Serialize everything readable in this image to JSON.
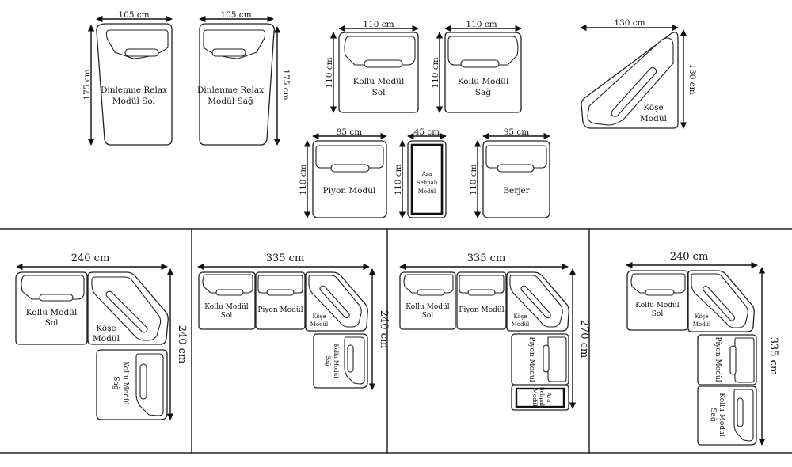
{
  "catalog": {
    "relax_left": {
      "width": "105 cm",
      "depth": "175 cm",
      "line1": "Dinlenme Relax",
      "line2": "Modül Sol"
    },
    "relax_right": {
      "width": "105 cm",
      "depth": "175 cm",
      "line1": "Dinlenme Relax",
      "line2": "Modül Sağ"
    },
    "arm_left": {
      "width": "110 cm",
      "depth": "110 cm",
      "line1": "Kollu Modül",
      "line2": "Sol"
    },
    "arm_right": {
      "width": "110 cm",
      "depth": "110 cm",
      "line1": "Kollu Modül",
      "line2": "Sağ"
    },
    "corner": {
      "width": "130 cm",
      "depth": "130 cm",
      "line1": "Köşe",
      "line2": "Modül"
    },
    "pouf": {
      "width": "95 cm",
      "depth": "110 cm",
      "line1": "Piyon Modül"
    },
    "table": {
      "width": "45 cm",
      "depth": "110 cm",
      "line1": "Ara",
      "line2": "Sehpalı",
      "line3": "Modül"
    },
    "bergere": {
      "width": "95 cm",
      "depth": "110 cm",
      "line1": "Berjer"
    }
  },
  "layouts": [
    {
      "width": "240 cm",
      "height": "240 cm",
      "modules": [
        {
          "line1": "Kollu Modül",
          "line2": "Sol"
        },
        {
          "line1": "Köşe",
          "line2": "Modül"
        },
        {
          "line1": "Kollu Modül",
          "line2": "Sağ"
        }
      ]
    },
    {
      "width": "335 cm",
      "height": "240 cm",
      "modules": [
        {
          "line1": "Kollu Modül",
          "line2": "Sol"
        },
        {
          "line1": "Piyon Modül"
        },
        {
          "line1": "Köşe",
          "line2": "Modül"
        },
        {
          "line1": "Kollu Modül",
          "line2": "Sağ"
        }
      ]
    },
    {
      "width": "335 cm",
      "height": "270 cm",
      "modules": [
        {
          "line1": "Kollu Modül",
          "line2": "Sol"
        },
        {
          "line1": "Piyon Modül"
        },
        {
          "line1": "Köşe",
          "line2": "Modül"
        },
        {
          "line1": "Piyon Modül"
        },
        {
          "line1": "Ara",
          "line2": "Sehpalı",
          "line3": "Modül"
        }
      ]
    },
    {
      "width": "240 cm",
      "height": "335 cm",
      "modules": [
        {
          "line1": "Kollu Modül",
          "line2": "Sol"
        },
        {
          "line1": "Köşe",
          "line2": "Modül"
        },
        {
          "line1": "Piyon Modül"
        },
        {
          "line1": "Kollu Modül",
          "line2": "Sağ"
        }
      ]
    }
  ]
}
